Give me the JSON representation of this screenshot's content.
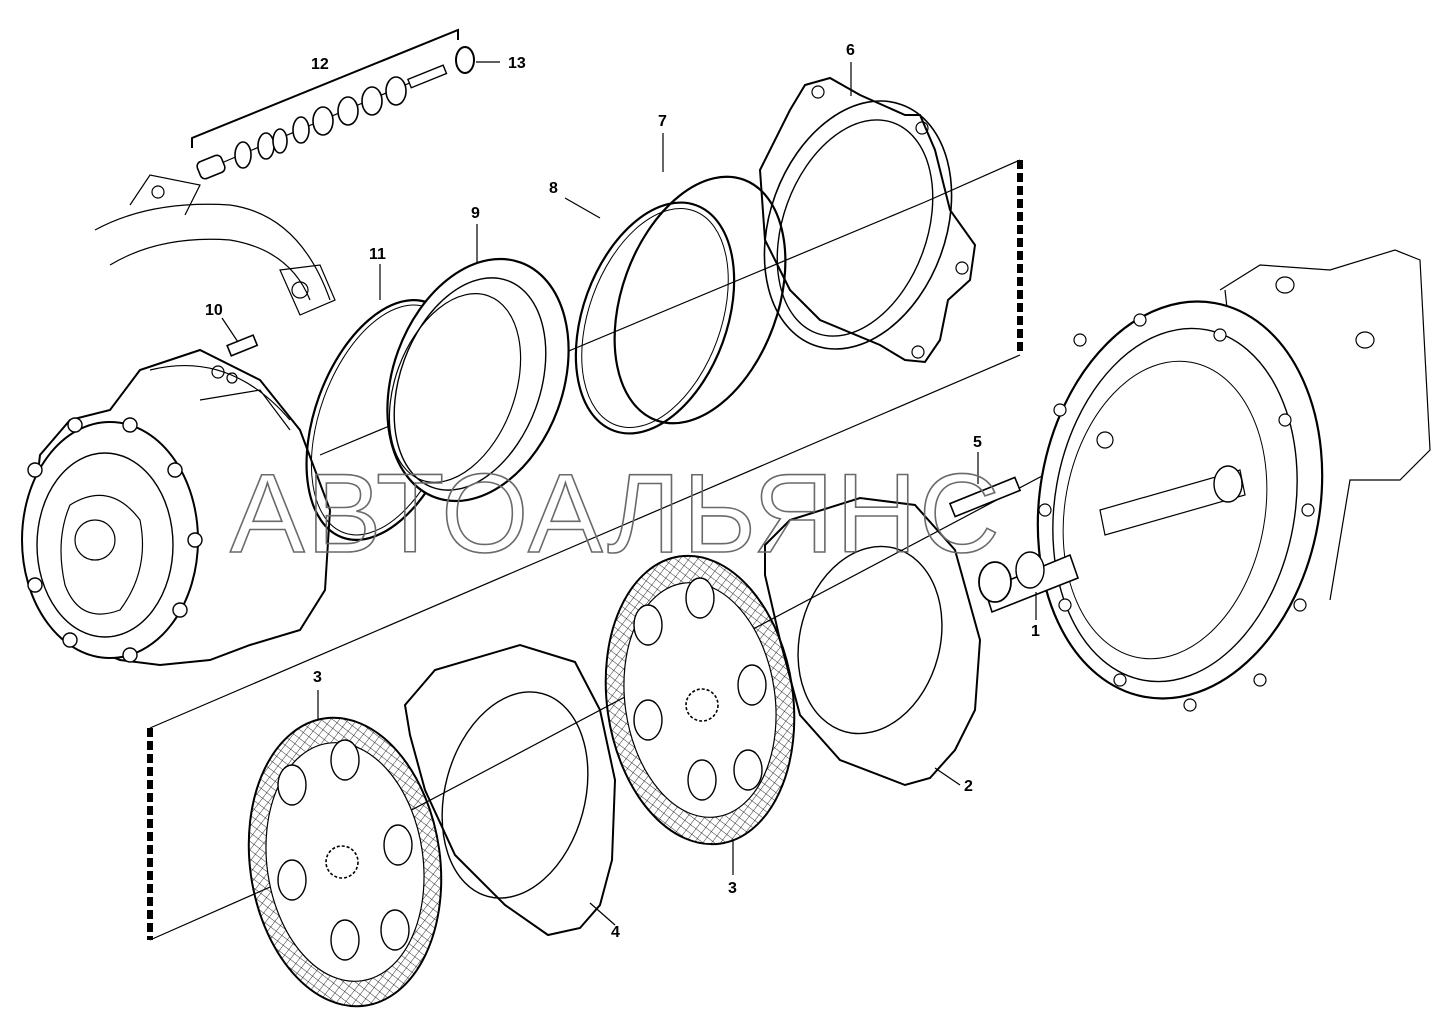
{
  "watermark": "АВТОАЛЬЯНС",
  "callouts": {
    "c1": "1",
    "c2": "2",
    "c3a": "3",
    "c3b": "3",
    "c4": "4",
    "c5": "5",
    "c6": "6",
    "c7": "7",
    "c8": "8",
    "c9": "9",
    "c10": "10",
    "c11": "11",
    "c12": "12",
    "c13": "13"
  }
}
